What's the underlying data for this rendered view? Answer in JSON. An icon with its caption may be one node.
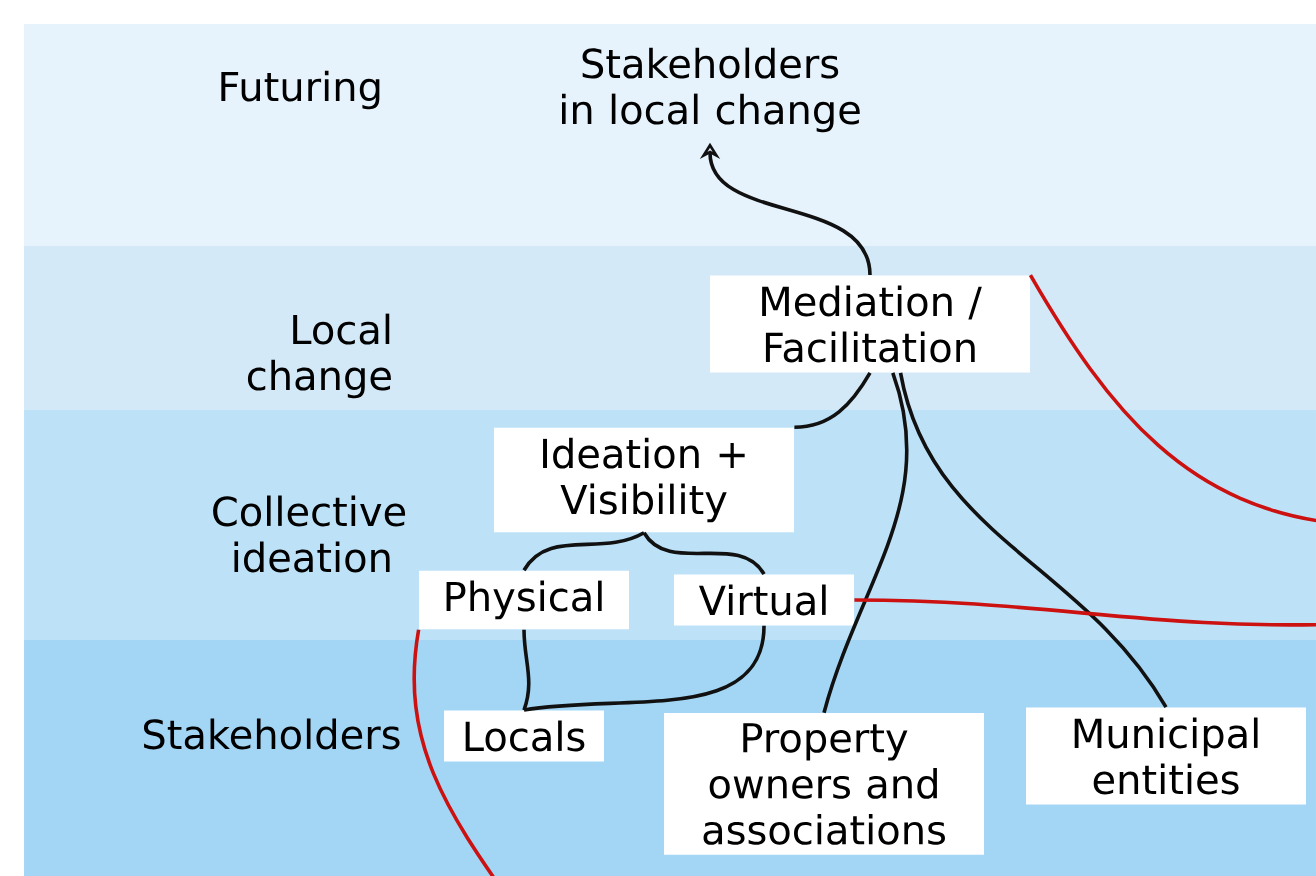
{
  "diagram": {
    "nodes": [
      {
        "text": [
          "Futuring"
        ]
      },
      {
        "text": [
          "Stakeholders in local change"
        ],
        "in": 0
      },
      {
        "text": [
          "Local change"
        ]
      },
      {
        "text": [
          "Mediation / Facilitation"
        ],
        "in": 2
      },
      {
        "text": [
          "Collective ideation"
        ]
      },
      {
        "text": [
          "Ideation + Visibility"
        ],
        "in": 4
      },
      {
        "text": [
          "Physical"
        ],
        "in": 4
      },
      {
        "text": [
          "Virtual"
        ],
        "in": 4
      },
      {
        "text": [
          "Stakeholders"
        ]
      },
      {
        "text": [
          "Locals"
        ],
        "in": 8
      },
      {
        "text": [
          "Property owners and associations"
        ],
        "in": 8
      },
      {
        "text": [
          "Municipal entities"
        ],
        "in": 8
      }
    ],
    "edges": [
      {
        "from": 3,
        "to": 1,
        "arrow": "to"
      },
      {
        "from": 3,
        "to": 5,
        "arrow": "none"
      },
      {
        "from": 5,
        "to": 6,
        "arrow": "none"
      },
      {
        "from": 5,
        "to": 7,
        "arrow": "none"
      },
      {
        "from": 6,
        "to": 9,
        "arrow": "none"
      },
      {
        "from": 7,
        "to": 9,
        "arrow": "none"
      },
      {
        "from": 3,
        "to": 10,
        "arrow": "none"
      },
      {
        "from": 3,
        "to": 11,
        "arrow": "none"
      },
      {
        "from": 3,
        "to": null,
        "arrow": "none",
        "color": "#cc1111"
      },
      {
        "from": 7,
        "to": null,
        "arrow": "none",
        "color": "#cc1111"
      },
      {
        "from": 6,
        "to": null,
        "arrow": "none",
        "color": "#cc1111"
      }
    ]
  }
}
